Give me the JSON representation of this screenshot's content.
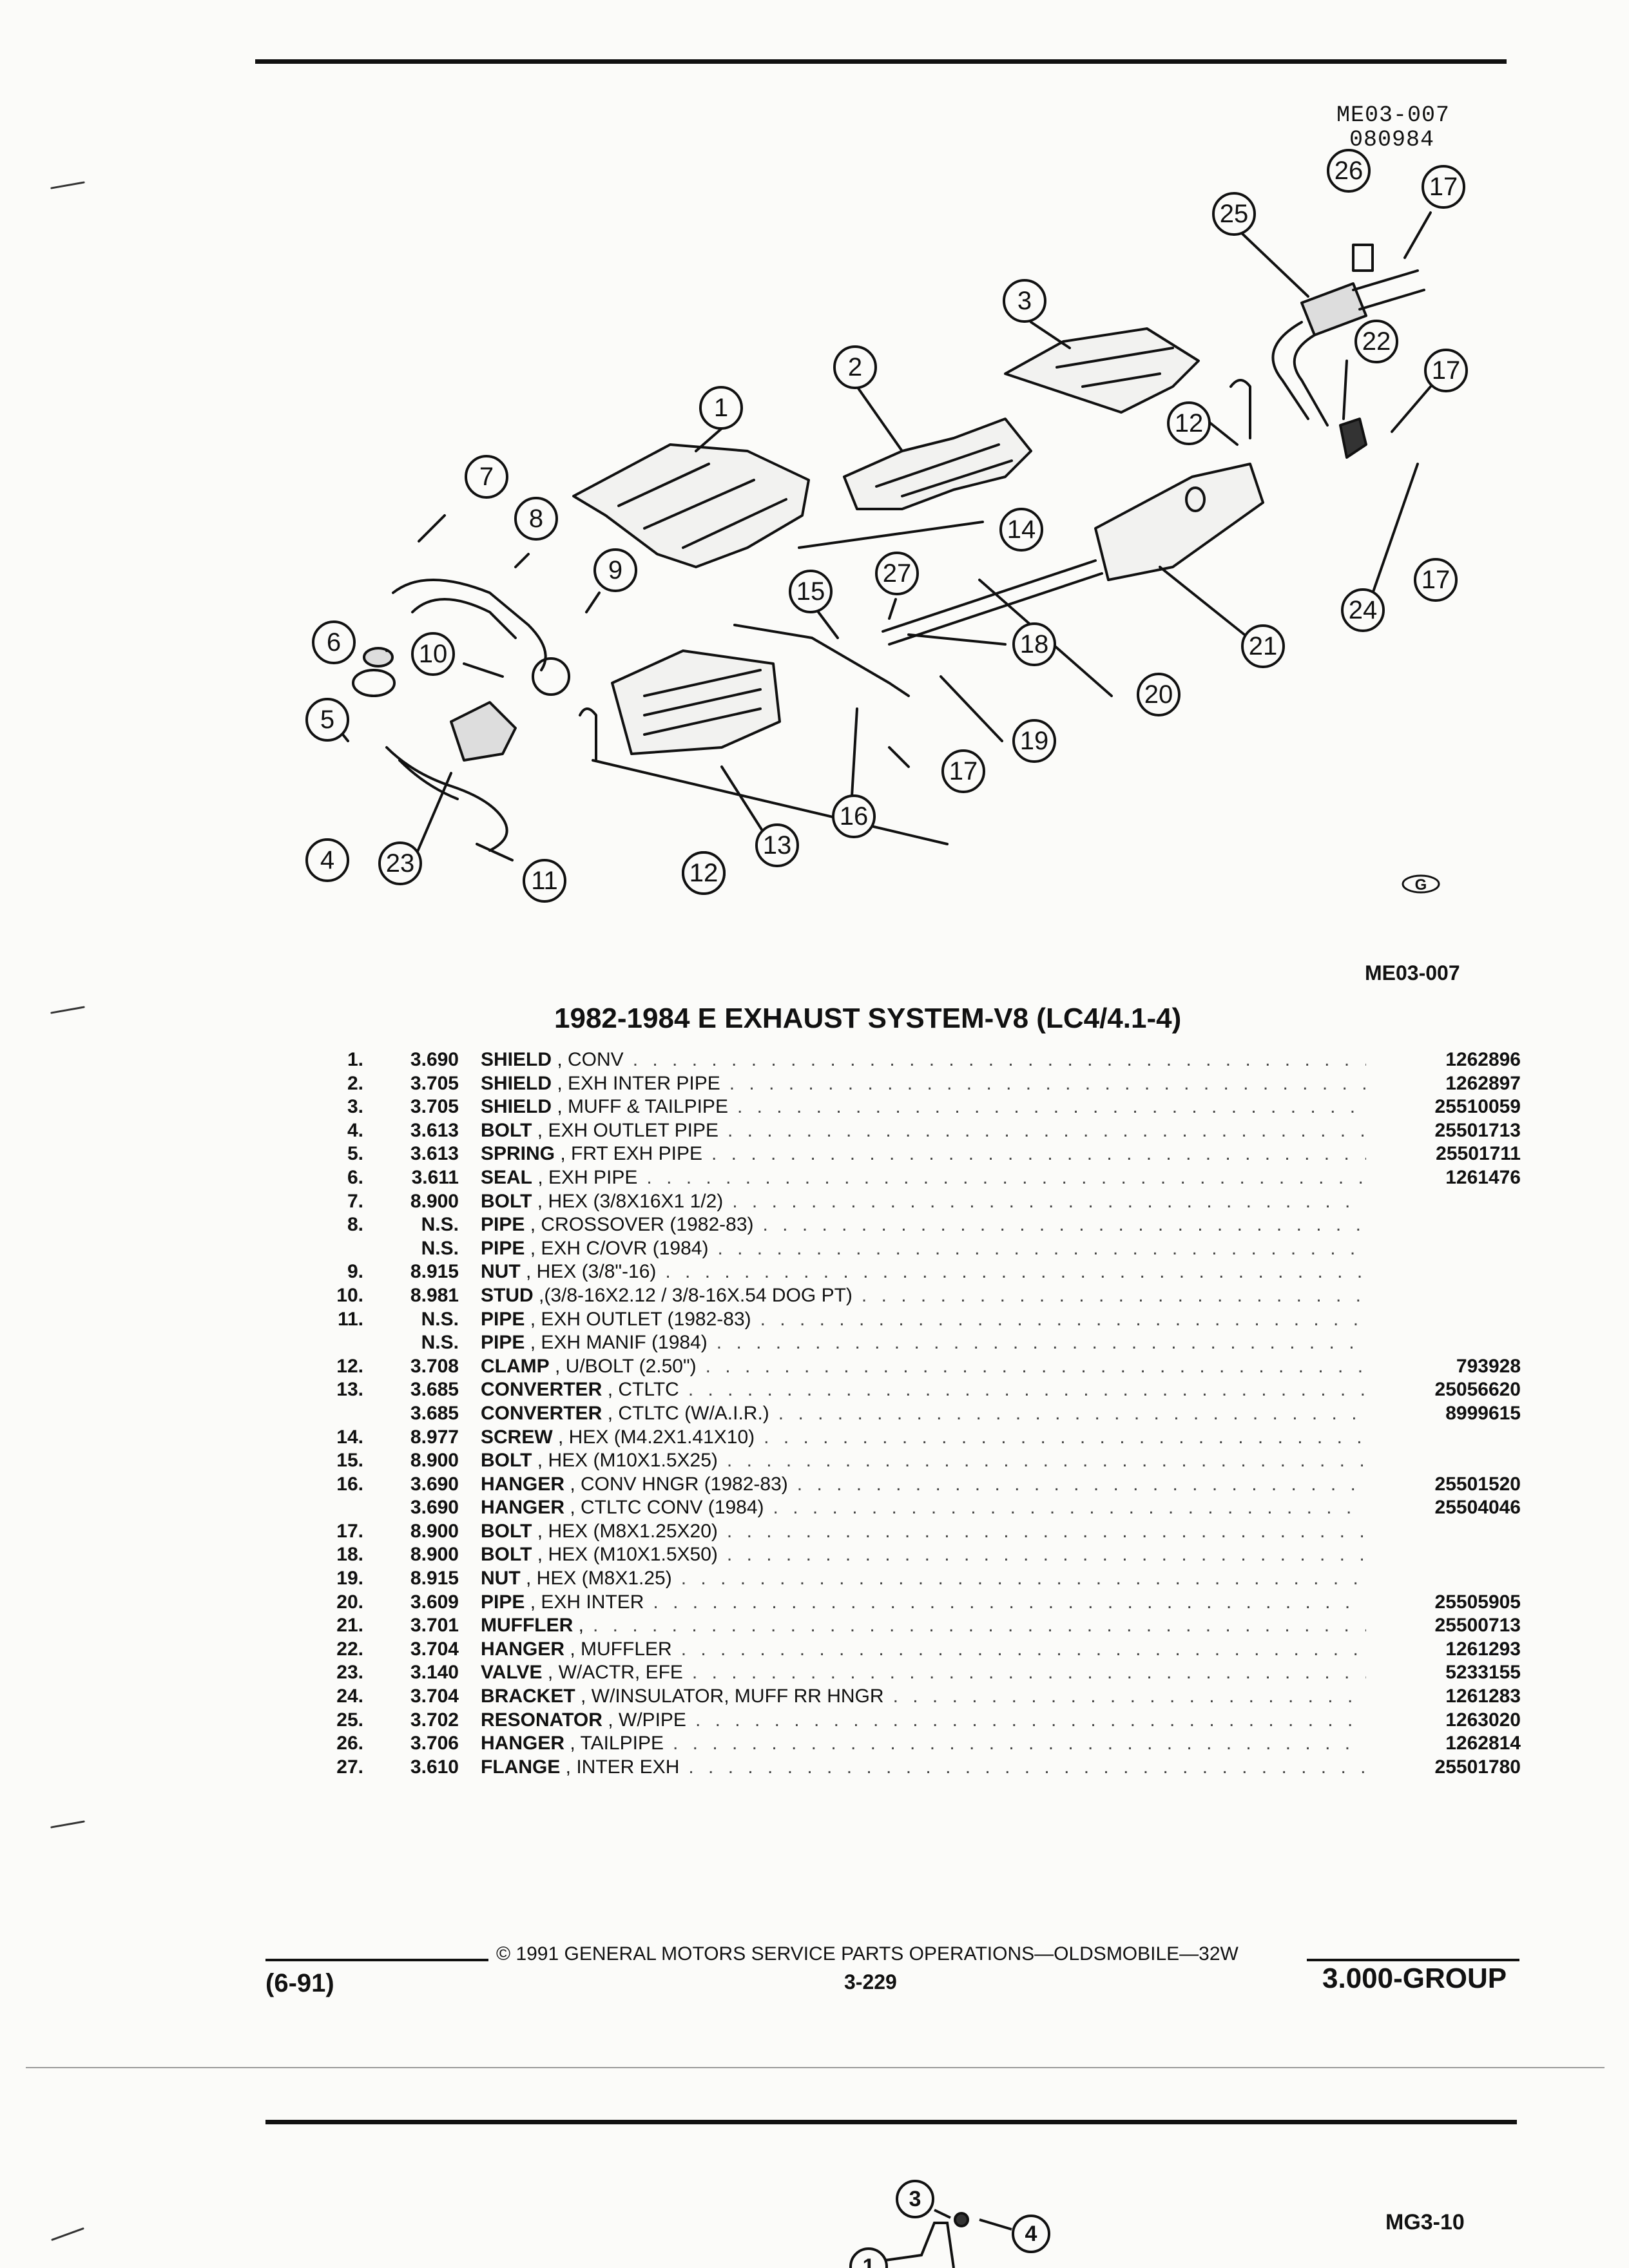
{
  "figure": {
    "id_top": "ME03-007",
    "date_code": "080984",
    "id_bottom": "ME03-007",
    "logo_letter": "G",
    "callouts": [
      "26",
      "17",
      "25",
      "3",
      "22",
      "17",
      "2",
      "12",
      "1",
      "7",
      "8",
      "14",
      "9",
      "15",
      "27",
      "18",
      "21",
      "24",
      "17",
      "6",
      "10",
      "20",
      "19",
      "5",
      "12",
      "13",
      "16",
      "17",
      "4",
      "23",
      "11",
      "12"
    ]
  },
  "title": "1982-1984 E EXHAUST SYSTEM-V8 (LC4/4.1-4)",
  "parts": [
    {
      "num": "1.",
      "group": "3.690",
      "name": "SHIELD",
      "desc": ", CONV",
      "pn": "1262896"
    },
    {
      "num": "2.",
      "group": "3.705",
      "name": "SHIELD",
      "desc": ", EXH INTER PIPE",
      "pn": "1262897"
    },
    {
      "num": "3.",
      "group": "3.705",
      "name": "SHIELD",
      "desc": ", MUFF & TAILPIPE",
      "pn": "25510059"
    },
    {
      "num": "4.",
      "group": "3.613",
      "name": "BOLT",
      "desc": ", EXH OUTLET PIPE",
      "pn": "25501713"
    },
    {
      "num": "5.",
      "group": "3.613",
      "name": "SPRING",
      "desc": ", FRT EXH PIPE",
      "pn": "25501711"
    },
    {
      "num": "6.",
      "group": "3.611",
      "name": "SEAL",
      "desc": ", EXH PIPE",
      "pn": "1261476"
    },
    {
      "num": "7.",
      "group": "8.900",
      "name": "BOLT",
      "desc": ", HEX (3/8X16X1 1/2)",
      "pn": ""
    },
    {
      "num": "8.",
      "group": "N.S.",
      "name": "PIPE",
      "desc": ", CROSSOVER (1982-83)",
      "pn": ""
    },
    {
      "num": "",
      "group": "N.S.",
      "name": "PIPE",
      "desc": ", EXH C/OVR (1984)",
      "pn": ""
    },
    {
      "num": "9.",
      "group": "8.915",
      "name": "NUT",
      "desc": ", HEX (3/8\"-16)",
      "pn": ""
    },
    {
      "num": "10.",
      "group": "8.981",
      "name": "STUD",
      "desc": ",(3/8-16X2.12 / 3/8-16X.54 DOG PT)",
      "pn": ""
    },
    {
      "num": "11.",
      "group": "N.S.",
      "name": "PIPE",
      "desc": ", EXH OUTLET (1982-83)",
      "pn": ""
    },
    {
      "num": "",
      "group": "N.S.",
      "name": "PIPE",
      "desc": ", EXH MANIF (1984)",
      "pn": ""
    },
    {
      "num": "12.",
      "group": "3.708",
      "name": "CLAMP",
      "desc": ", U/BOLT (2.50\")",
      "pn": "793928"
    },
    {
      "num": "13.",
      "group": "3.685",
      "name": "CONVERTER",
      "desc": ", CTLTC",
      "pn": "25056620"
    },
    {
      "num": "",
      "group": "3.685",
      "name": "CONVERTER",
      "desc": ", CTLTC (W/A.I.R.)",
      "pn": "8999615"
    },
    {
      "num": "14.",
      "group": "8.977",
      "name": "SCREW",
      "desc": ", HEX (M4.2X1.41X10)",
      "pn": ""
    },
    {
      "num": "15.",
      "group": "8.900",
      "name": "BOLT",
      "desc": ", HEX (M10X1.5X25)",
      "pn": ""
    },
    {
      "num": "16.",
      "group": "3.690",
      "name": "HANGER",
      "desc": ", CONV HNGR (1982-83)",
      "pn": "25501520"
    },
    {
      "num": "",
      "group": "3.690",
      "name": "HANGER",
      "desc": ", CTLTC CONV (1984)",
      "pn": "25504046"
    },
    {
      "num": "17.",
      "group": "8.900",
      "name": "BOLT",
      "desc": ", HEX (M8X1.25X20)",
      "pn": ""
    },
    {
      "num": "18.",
      "group": "8.900",
      "name": "BOLT",
      "desc": ", HEX (M10X1.5X50)",
      "pn": ""
    },
    {
      "num": "19.",
      "group": "8.915",
      "name": "NUT",
      "desc": ", HEX (M8X1.25)",
      "pn": ""
    },
    {
      "num": "20.",
      "group": "3.609",
      "name": "PIPE",
      "desc": ", EXH INTER",
      "pn": "25505905"
    },
    {
      "num": "21.",
      "group": "3.701",
      "name": "MUFFLER",
      "desc": ",",
      "pn": "25500713"
    },
    {
      "num": "22.",
      "group": "3.704",
      "name": "HANGER",
      "desc": ", MUFFLER",
      "pn": "1261293"
    },
    {
      "num": "23.",
      "group": "3.140",
      "name": "VALVE",
      "desc": ", W/ACTR, EFE",
      "pn": "5233155"
    },
    {
      "num": "24.",
      "group": "3.704",
      "name": "BRACKET",
      "desc": ", W/INSULATOR, MUFF RR HNGR",
      "pn": "1261283"
    },
    {
      "num": "25.",
      "group": "3.702",
      "name": "RESONATOR",
      "desc": ", W/PIPE",
      "pn": "1263020"
    },
    {
      "num": "26.",
      "group": "3.706",
      "name": "HANGER",
      "desc": ", TAILPIPE",
      "pn": "1262814"
    },
    {
      "num": "27.",
      "group": "3.610",
      "name": "FLANGE",
      "desc": ", INTER EXH",
      "pn": "25501780"
    }
  ],
  "footer": {
    "copyright": "© 1991 GENERAL MOTORS SERVICE PARTS OPERATIONS—OLDSMOBILE—32W",
    "page": "3-229",
    "date": "(6-91)",
    "group": "3.000-GROUP"
  },
  "next_page": {
    "id": "MG3-10",
    "callouts": [
      "3",
      "4",
      "1"
    ]
  }
}
